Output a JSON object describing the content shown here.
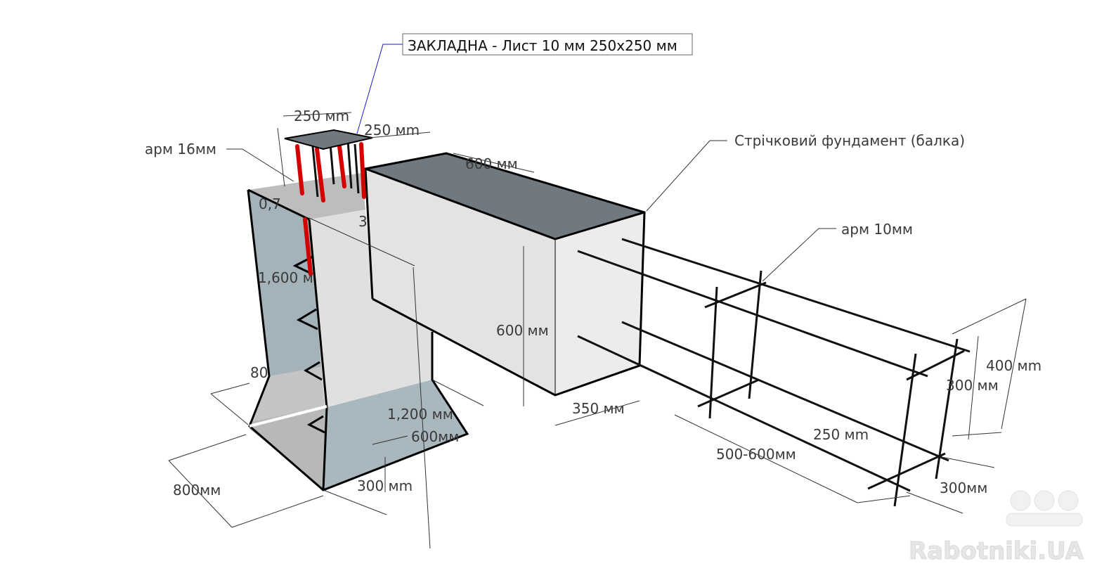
{
  "callout": {
    "title_label": "ЗАКЛАДНА - Лист 10 мм 250х250 мм"
  },
  "labels": {
    "plate_width": "250 мm",
    "plate_depth": "250 мm",
    "rebar_16": "арм 16мм",
    "beam_width_top": "600 мм",
    "strip_foundation": "Стрічковий фундамент (балка)",
    "rebar_10": "арм 10мм",
    "col_small": "0,7",
    "col_small2": "3",
    "col_height": "1,600 м",
    "beam_height": "600 мм",
    "footing_80": "80",
    "footing_1200": "1,200 мм",
    "footing_600": "600мм",
    "footing_800": "800мм",
    "footing_300": "300 мm",
    "beam_350": "350 мм",
    "cage_400": "400 мm",
    "cage_300h": "300 мм",
    "cage_250": "250 мm",
    "cage_500_600": "500-600мм",
    "cage_300w": "300мм"
  },
  "watermark": {
    "text": "Rabotniki.UA"
  },
  "colors": {
    "rod": "#d40000",
    "beam_top": "#6f797f",
    "side": "#a4b2b9"
  }
}
